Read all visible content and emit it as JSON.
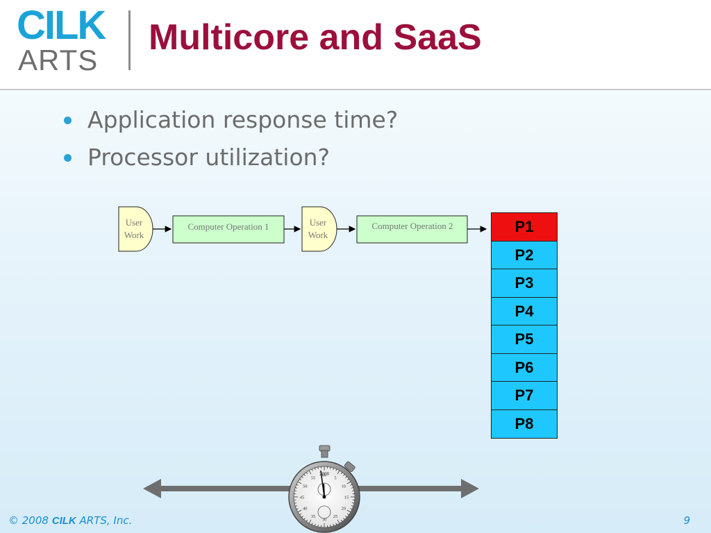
{
  "logo": {
    "top": "CILK",
    "bottom": "ARTS"
  },
  "title": "Multicore and SaaS",
  "bullets": [
    "Application response time?",
    "Processor utilization?"
  ],
  "flow": {
    "user_work_1": [
      "User",
      "Work"
    ],
    "operation_1": "Computer Operation 1",
    "user_work_2": [
      "User",
      "Work"
    ],
    "operation_2": "Computer Operation 2"
  },
  "processors": [
    {
      "label": "P1",
      "state": "active",
      "color": "#ee1010"
    },
    {
      "label": "P2",
      "state": "idle",
      "color": "#1ec8ff"
    },
    {
      "label": "P3",
      "state": "idle",
      "color": "#1ec8ff"
    },
    {
      "label": "P4",
      "state": "idle",
      "color": "#1ec8ff"
    },
    {
      "label": "P5",
      "state": "idle",
      "color": "#1ec8ff"
    },
    {
      "label": "P6",
      "state": "idle",
      "color": "#1ec8ff"
    },
    {
      "label": "P7",
      "state": "idle",
      "color": "#1ec8ff"
    },
    {
      "label": "P8",
      "state": "idle",
      "color": "#1ec8ff"
    }
  ],
  "stopwatch": {
    "brand": "2008",
    "dial_numbers": [
      "5",
      "10",
      "15",
      "20",
      "25",
      "30",
      "35",
      "40",
      "45",
      "50",
      "55",
      "60"
    ],
    "time_arrow": "double-headed-arrow"
  },
  "footer": {
    "copyright_prefix": "© 2008",
    "company_bold": "CILK",
    "company_rest": "ARTS, Inc.",
    "page": "9"
  },
  "colors": {
    "title": "#9c0f3d",
    "accent": "#1ba3d8",
    "operation_box": "#ccffcc",
    "user_box": "#ffffcc"
  }
}
